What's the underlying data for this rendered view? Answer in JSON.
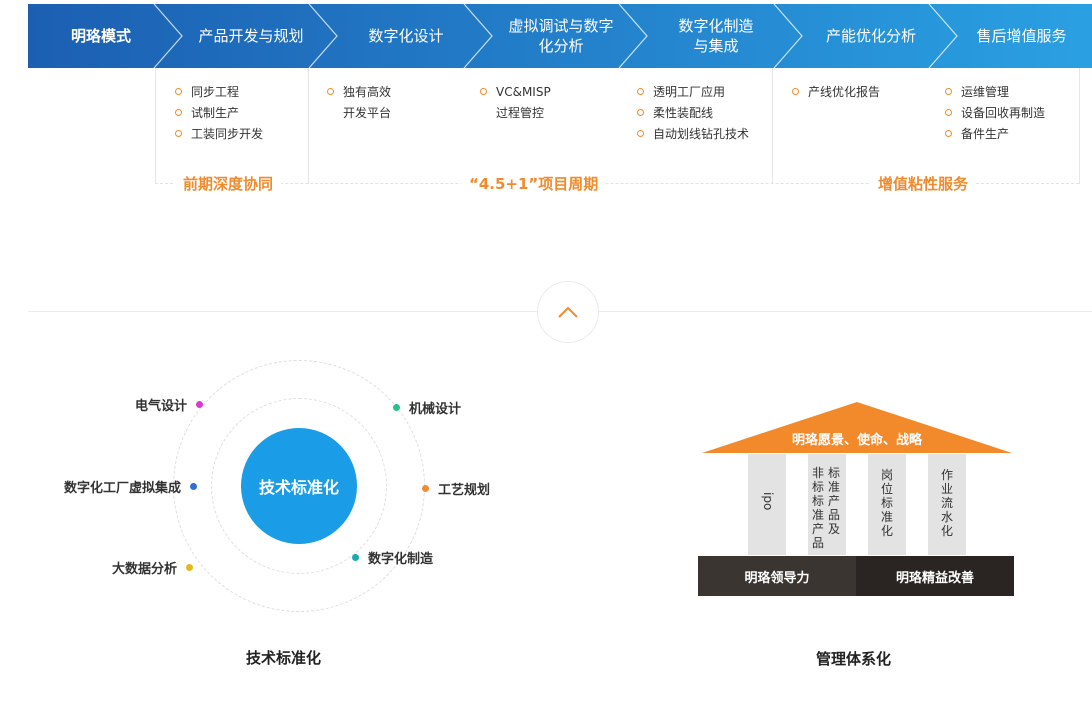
{
  "process": {
    "steps": [
      {
        "label": "明珞模式"
      },
      {
        "label": "产品开发与规划"
      },
      {
        "label": "数字化设计"
      },
      {
        "label": "虚拟调试与数字\n化分析"
      },
      {
        "label": "数字化制造\n与集成"
      },
      {
        "label": "产能优化分析"
      },
      {
        "label": "售后增值服务"
      }
    ],
    "colors": {
      "start": "#1c5fb2",
      "end": "#2a9fe0"
    }
  },
  "details": {
    "columns": [
      {
        "items": [
          "同步工程",
          "试制生产",
          "工装同步开发"
        ]
      },
      {
        "items": [
          "独有高效",
          "开发平台"
        ]
      },
      {
        "items": [
          "VC&MISP",
          "过程管控"
        ]
      },
      {
        "items": [
          "透明工厂应用",
          "柔性装配线",
          "自动划线钻孔技术"
        ]
      },
      {
        "items": [
          "产线优化报告"
        ]
      },
      {
        "items": [
          "运维管理",
          "设备回收再制造",
          "备件生产"
        ]
      }
    ],
    "phases": [
      "前期深度协同",
      "“4.5+1”项目周期",
      "增值粘性服务"
    ],
    "accent": "#f08c2e"
  },
  "collapse": {
    "icon": "chevron-up-icon"
  },
  "tech": {
    "center": "技术标准化",
    "center_color": "#1a9ce6",
    "nodes": [
      {
        "label": "电气设计",
        "color": "#d63ccf"
      },
      {
        "label": "机械设计",
        "color": "#27c08e"
      },
      {
        "label": "数字化工厂虚拟集成",
        "color": "#2f6fd6"
      },
      {
        "label": "工艺规划",
        "color": "#f08c2e"
      },
      {
        "label": "大数据分析",
        "color": "#e8b523"
      },
      {
        "label": "数字化制造",
        "color": "#1aaab0"
      }
    ],
    "caption": "技术标准化"
  },
  "mgmt": {
    "roof": "明珞愿景、使命、战略",
    "roof_color": "#f28a2b",
    "pillars": [
      {
        "text": "ipo"
      },
      {
        "text": "非标标准产品"
      },
      {
        "text": "标准产品及"
      },
      {
        "text": "岗位标准化"
      },
      {
        "text": "作业流水化"
      }
    ],
    "base": [
      "明珞领导力",
      "明珞精益改善"
    ],
    "caption": "管理体系化"
  }
}
